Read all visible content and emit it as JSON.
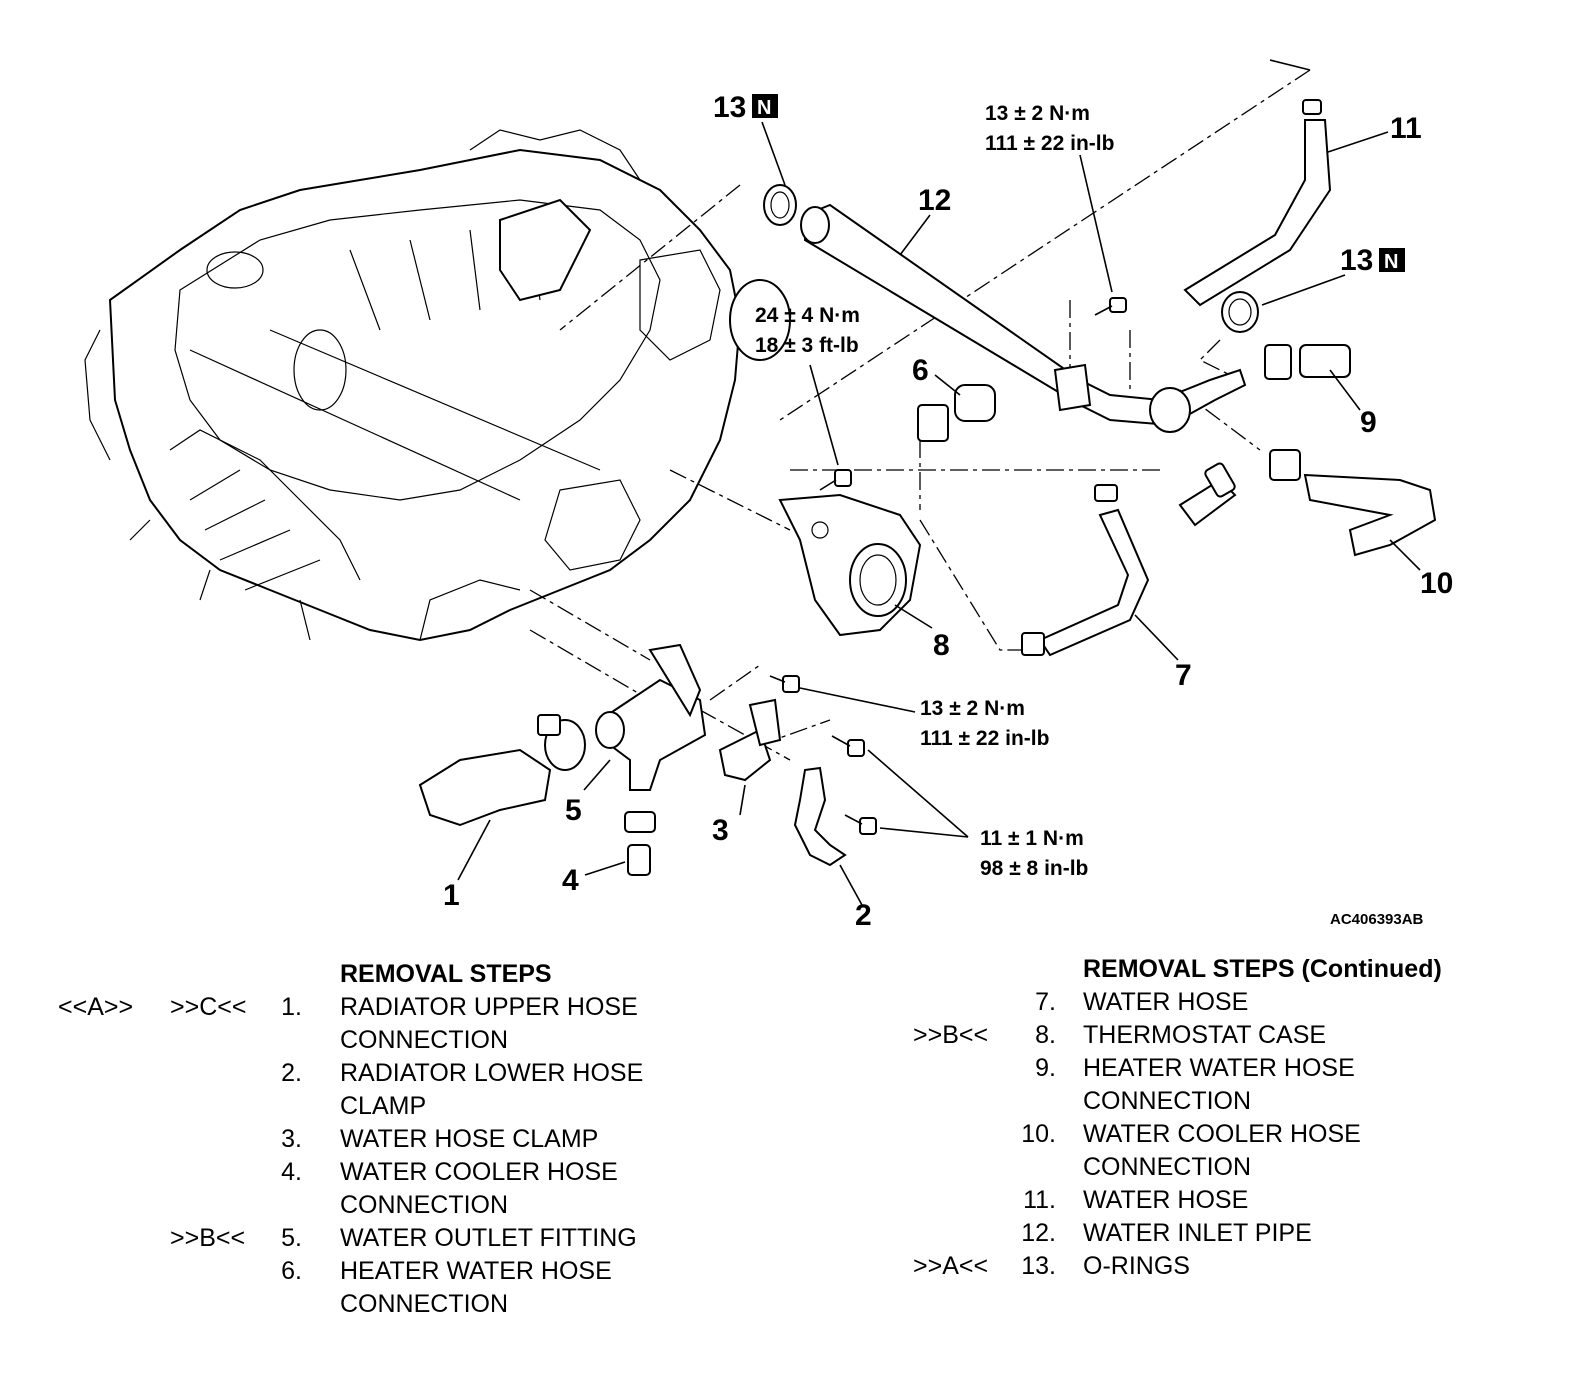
{
  "figure_id": "AC406393AB",
  "parts": {
    "p1": "1",
    "p2": "2",
    "p3": "3",
    "p4": "4",
    "p5": "5",
    "p6": "6",
    "p7": "7",
    "p8": "8",
    "p9": "9",
    "p10": "10",
    "p11": "11",
    "p12": "12",
    "p13a": "13",
    "p13b": "13"
  },
  "new_part_mark": "N",
  "torque": {
    "top_nm": "13 ± 2 N·m",
    "top_inlb": "111 ± 22 in-lb",
    "mid_nm": "24 ± 4 N·m",
    "mid_ftlb": "18 ± 3 ft-lb",
    "low_nm": "13 ± 2 N·m",
    "low_inlb": "111 ± 22 in-lb",
    "clamp_nm": "11 ± 1 N·m",
    "clamp_inlb": "98 ± 8 in-lb"
  },
  "removal_left": {
    "heading": "REMOVAL STEPS",
    "rows": [
      {
        "code_a": "<<A>>",
        "code_c": ">>C<<",
        "num": "1.",
        "text": "RADIATOR UPPER HOSE"
      },
      {
        "code_a": "",
        "code_c": "",
        "num": "",
        "text": "CONNECTION"
      },
      {
        "code_a": "",
        "code_c": "",
        "num": "2.",
        "text": "RADIATOR LOWER HOSE"
      },
      {
        "code_a": "",
        "code_c": "",
        "num": "",
        "text": "CLAMP"
      },
      {
        "code_a": "",
        "code_c": "",
        "num": "3.",
        "text": "WATER HOSE CLAMP"
      },
      {
        "code_a": "",
        "code_c": "",
        "num": "4.",
        "text": "WATER COOLER HOSE"
      },
      {
        "code_a": "",
        "code_c": "",
        "num": "",
        "text": "CONNECTION"
      },
      {
        "code_a": "",
        "code_c": ">>B<<",
        "num": "5.",
        "text": "WATER OUTLET FITTING"
      },
      {
        "code_a": "",
        "code_c": "",
        "num": "6.",
        "text": "HEATER WATER HOSE"
      },
      {
        "code_a": "",
        "code_c": "",
        "num": "",
        "text": "CONNECTION"
      }
    ]
  },
  "removal_right": {
    "heading": "REMOVAL STEPS (Continued)",
    "rows": [
      {
        "code": "",
        "num": "7.",
        "text": "WATER HOSE"
      },
      {
        "code": ">>B<<",
        "num": "8.",
        "text": "THERMOSTAT CASE"
      },
      {
        "code": "",
        "num": "9.",
        "text": "HEATER WATER HOSE"
      },
      {
        "code": "",
        "num": "",
        "text": "CONNECTION"
      },
      {
        "code": "",
        "num": "10.",
        "text": "WATER COOLER HOSE"
      },
      {
        "code": "",
        "num": "",
        "text": "CONNECTION"
      },
      {
        "code": "",
        "num": "11.",
        "text": "WATER HOSE"
      },
      {
        "code": "",
        "num": "12.",
        "text": "WATER INLET PIPE"
      },
      {
        "code": ">>A<<",
        "num": "13.",
        "text": "O-RINGS"
      }
    ]
  }
}
